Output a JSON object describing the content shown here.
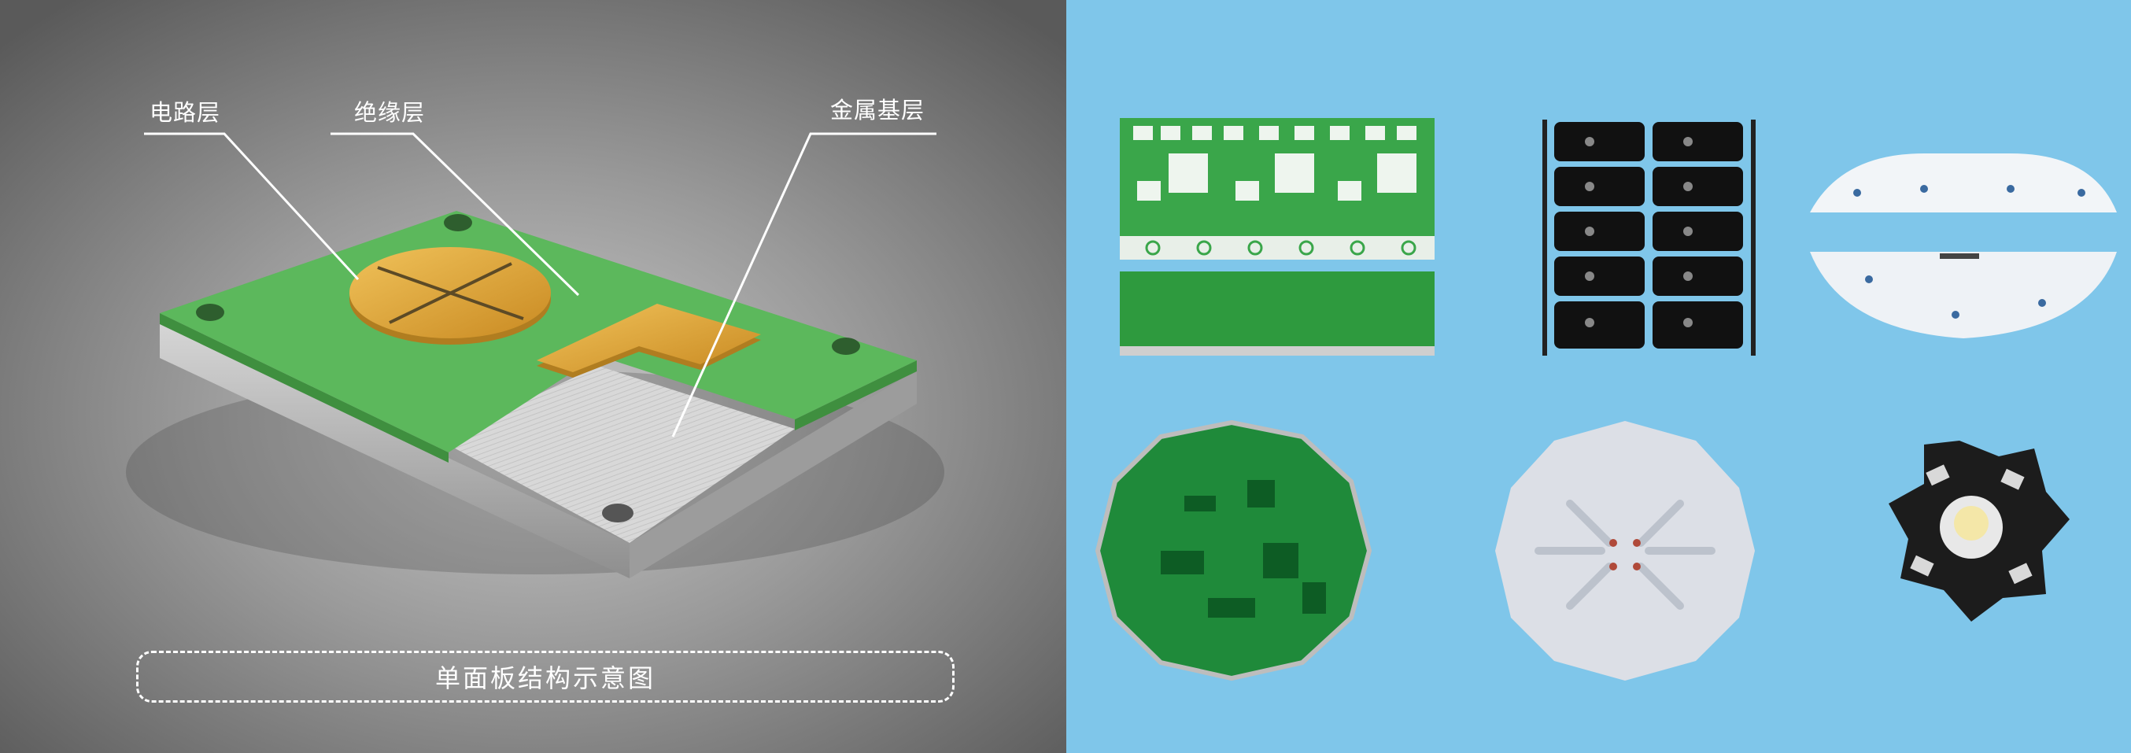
{
  "diagram": {
    "callouts": {
      "circuit_layer": "电路层",
      "insulation_layer": "绝缘层",
      "metal_base_layer": "金属基层"
    },
    "caption": "单面板结构示意图"
  },
  "colors": {
    "left_bg_center": "#c9c9c9",
    "left_bg_edge": "#5a5a5a",
    "right_bg": "#7fc6ea",
    "insulation_green": "#5cb85c",
    "copper": "#e0a93a",
    "aluminum": "#d8d8d8"
  },
  "photos": [
    {
      "name": "green-panel-pcb"
    },
    {
      "name": "black-panel-pcb"
    },
    {
      "name": "white-arc-pcb"
    },
    {
      "name": "round-green-pcb"
    },
    {
      "name": "round-aluminum-pcb"
    },
    {
      "name": "star-led-pcb"
    }
  ]
}
